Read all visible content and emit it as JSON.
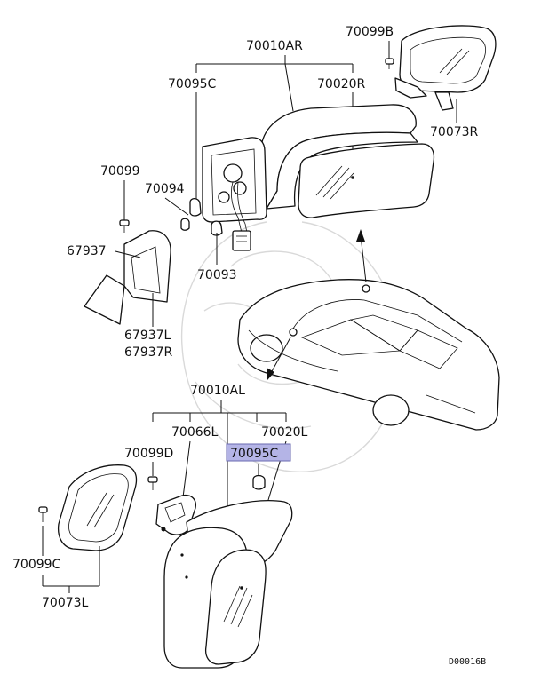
{
  "diagram": {
    "labels": {
      "assy_r": "70010AR",
      "cover_c_r": "70095C",
      "glass_r": "70020R",
      "screw_b": "70099B",
      "mirror_r": "70073R",
      "screw": "70099",
      "clip_94": "70094",
      "garnish": "67937",
      "clip_93": "70093",
      "garnish_l": "67937L",
      "garnish_r": "67937R",
      "assy_l": "70010AL",
      "bracket_l": "70066L",
      "glass_l": "70020L",
      "screw_d": "70099D",
      "cover_c_l": "70095C",
      "screw_c": "70099C",
      "mirror_l": "70073L",
      "diagram_code": "D00016B"
    },
    "highlight_color": "#b4b4e6"
  }
}
